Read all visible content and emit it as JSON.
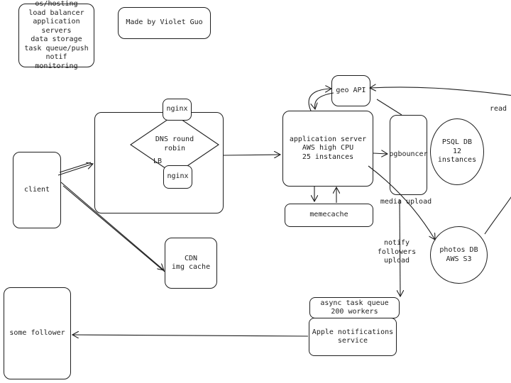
{
  "notes": {
    "components": "os/hosting\nload balancer\napplication servers\ndata storage\ntask queue/push\nnotif\nmonitoring",
    "credit": "Made by Violet Guo"
  },
  "nodes": {
    "client": "client",
    "nginx_top": "nginx",
    "dns": "DNS round\nrobin",
    "lb": "LB",
    "nginx_bottom": "nginx",
    "cdn": "CDN\nimg cache",
    "app_server": "application server\nAWS high CPU\n25 instances",
    "memecache": "memecache",
    "geo_api": "geo API",
    "pgbouncer": "pgbouncer",
    "psql": "PSQL DB\n12\ninstances",
    "photos": "photos DB\nAWS S3",
    "task_queue": "async task queue\n200 workers",
    "apple": "Apple notifications\nservice",
    "follower": "some follower"
  },
  "edge_labels": {
    "media_upload": "media upload",
    "notify": "notify followers\nupload",
    "read": "read"
  }
}
